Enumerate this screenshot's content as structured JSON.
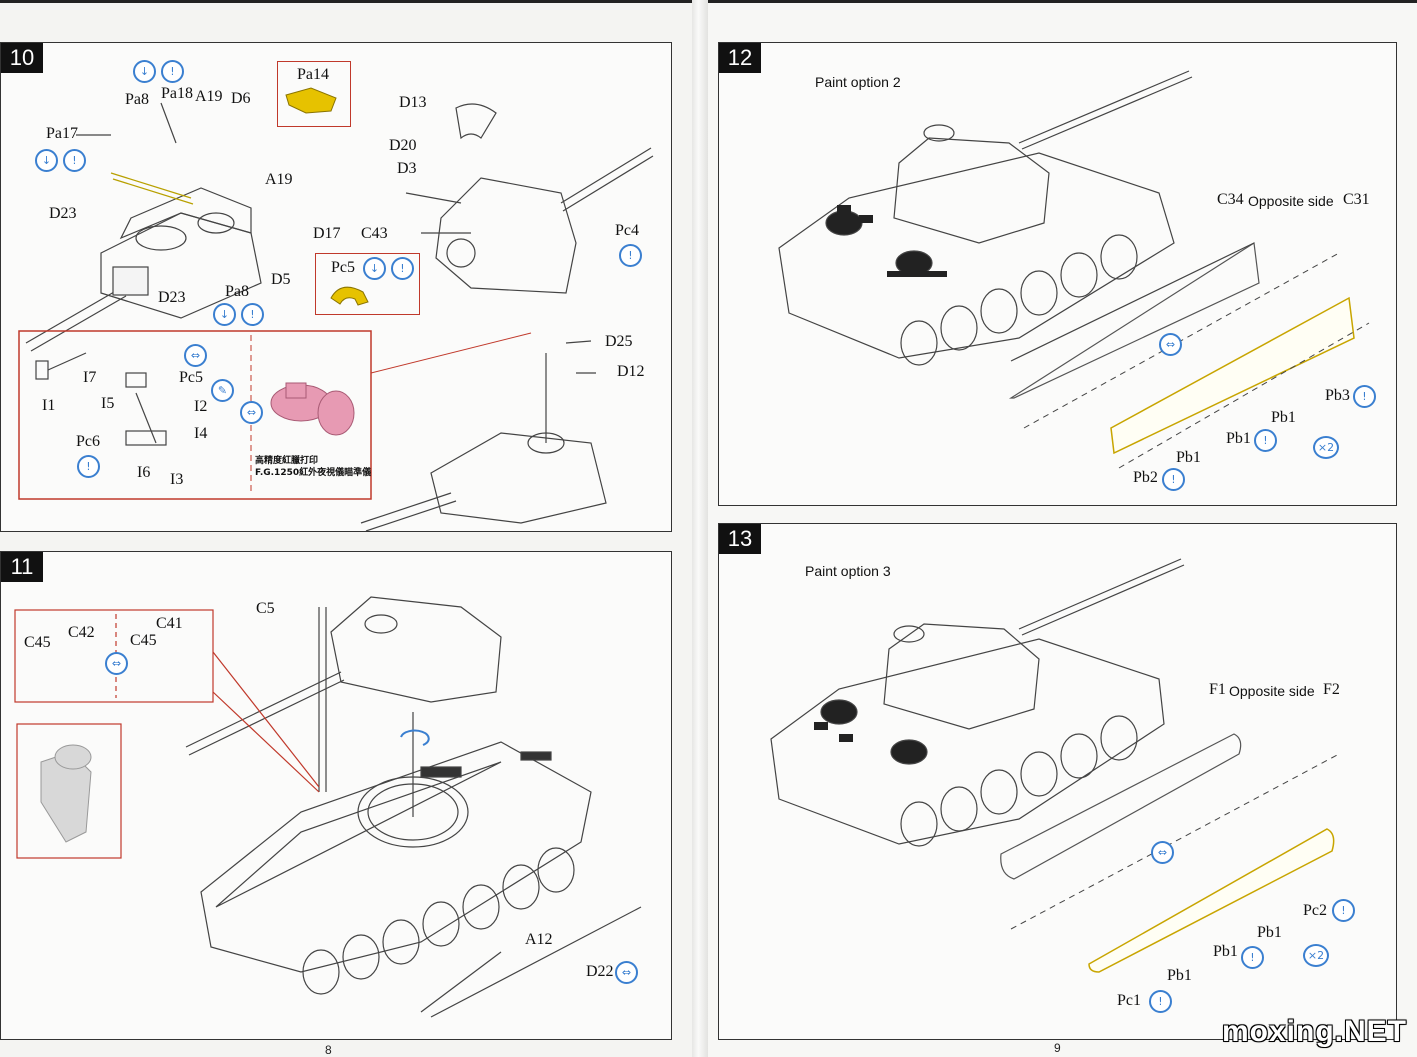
{
  "steps": {
    "s10": {
      "number": "10"
    },
    "s11": {
      "number": "11"
    },
    "s12": {
      "number": "12",
      "note": "Paint option 2",
      "side": "Opposite side",
      "c34": "C34",
      "c31": "C31",
      "x2": "×2",
      "pb3": "Pb3",
      "pb1a": "Pb1",
      "pb1b": "Pb1",
      "pb1c": "Pb1",
      "pb2": "Pb2"
    },
    "s13": {
      "number": "13",
      "note": "Paint option 3",
      "side": "Opposite side",
      "f1": "F1",
      "f2": "F2",
      "x2": "×2",
      "pc2": "Pc2",
      "pb1a": "Pb1",
      "pb1b": "Pb1",
      "pb1c": "Pb1",
      "pc1": "Pc1"
    }
  },
  "labels10": {
    "pa8a": "Pa8",
    "pa18": "Pa18",
    "a19a": "A19",
    "d6": "D6",
    "pa17": "Pa17",
    "a19b": "A19",
    "d23a": "D23",
    "d17": "D17",
    "d5": "D5",
    "d23b": "D23",
    "pa8b": "Pa8",
    "pa14": "Pa14",
    "d13": "D13",
    "d20": "D20",
    "d3": "D3",
    "c43": "C43",
    "pc4": "Pc4",
    "pc5a": "Pc5",
    "d25": "D25",
    "d12": "D12",
    "i7": "I7",
    "i1": "I1",
    "pc5b": "Pc5",
    "i5": "I5",
    "i2": "I2",
    "i4": "I4",
    "pc6": "Pc6",
    "i6": "I6",
    "i3": "I3",
    "cn1": "高精度紅臘打印",
    "cn2": "F.G.1250紅外夜視儀瞄準儀"
  },
  "labels11": {
    "c5": "C5",
    "c45a": "C45",
    "c42": "C42",
    "c45b": "C45",
    "c41": "C41",
    "a12": "A12",
    "d22": "D22"
  },
  "page_numbers": {
    "left": "8",
    "right": "9"
  },
  "watermark": "moxing.NET",
  "icons": {
    "paint": "paint-drop-icon",
    "flip": "flip-view-icon",
    "glue": "glue-icon"
  },
  "colors": {
    "callout": "#c0392b",
    "icon": "#3a7fd0",
    "resin": "#e79ab3",
    "brass": "#e6c200"
  }
}
